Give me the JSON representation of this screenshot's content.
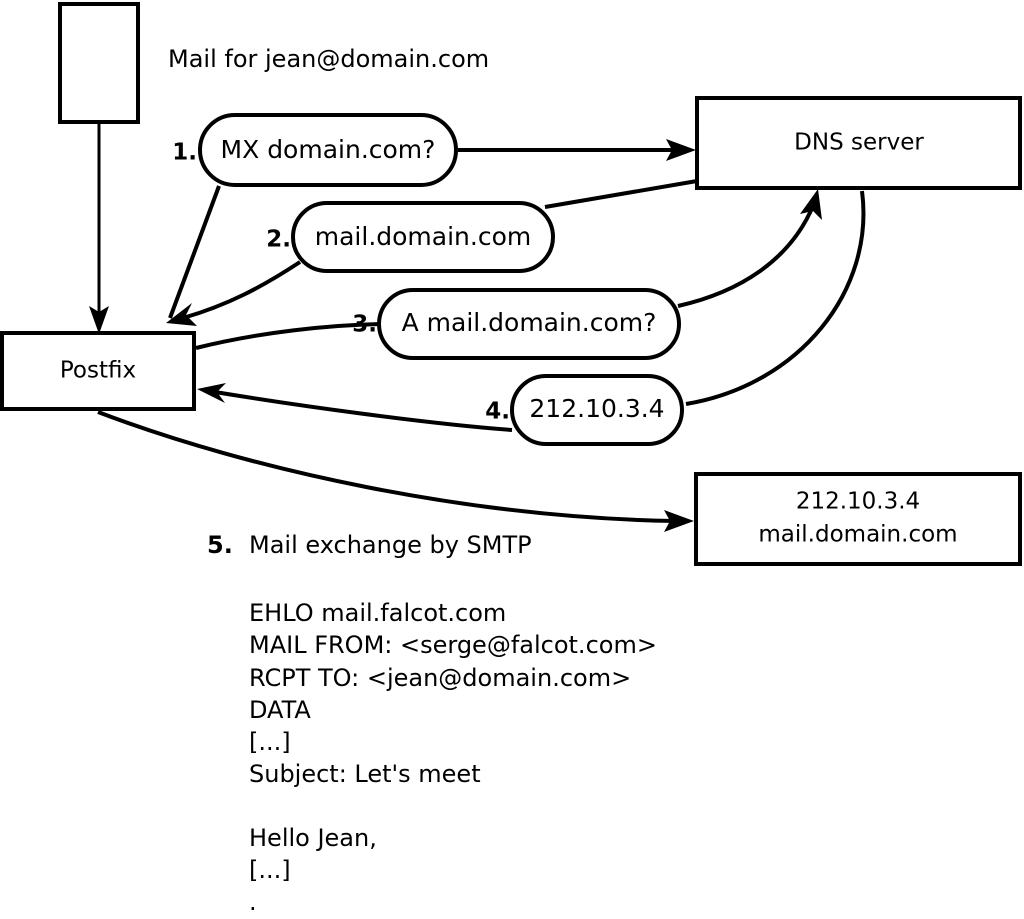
{
  "diagram": {
    "title_caption": "Mail for jean@domain.com",
    "nodes": [
      {
        "id": "mua",
        "label": ""
      },
      {
        "id": "postfix",
        "label": "Postfix"
      },
      {
        "id": "dns",
        "label": "DNS server"
      },
      {
        "id": "target",
        "line1": "212.10.3.4",
        "line2": "mail.domain.com"
      }
    ],
    "steps": [
      {
        "num": "1.",
        "label": "MX domain.com?"
      },
      {
        "num": "2.",
        "label": "mail.domain.com"
      },
      {
        "num": "3.",
        "label": "A mail.domain.com?"
      },
      {
        "num": "4.",
        "label": "212.10.3.4"
      }
    ],
    "step5": {
      "num": "5.",
      "label": "Mail exchange by SMTP"
    },
    "smtp_transcript": [
      "EHLO mail.falcot.com",
      "MAIL FROM: <serge@falcot.com>",
      "RCPT TO: <jean@domain.com>",
      "DATA",
      "[...]",
      "Subject: Let's meet",
      "",
      "Hello Jean,",
      "[...]",
      "",
      "."
    ],
    "colors": {
      "stroke": "#000000",
      "fill": "#ffffff",
      "text": "#000000"
    }
  }
}
